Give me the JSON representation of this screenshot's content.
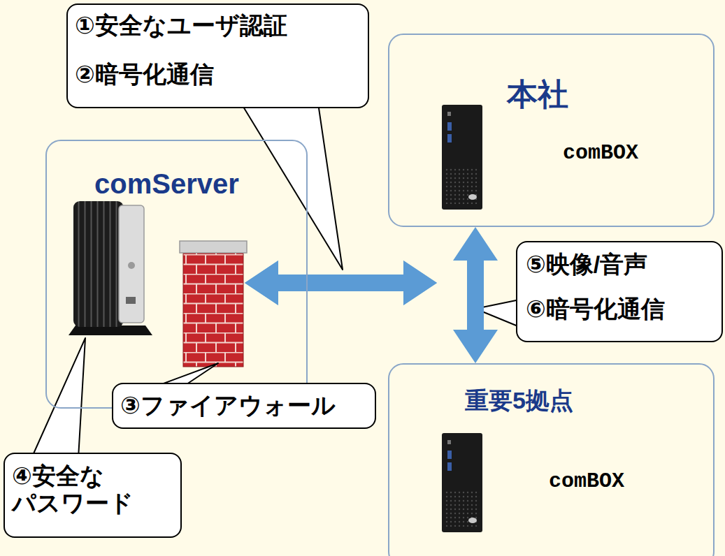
{
  "diagram": {
    "nodes": [
      {
        "text": [
          "①安全なユーザ認証",
          "②暗号化通信"
        ]
      },
      {
        "text": [
          "本社",
          "comBOX"
        ]
      },
      {
        "text": [
          "comServer"
        ]
      },
      {
        "text": [
          "⑤映像/音声",
          "⑥暗号化通信"
        ]
      },
      {
        "text": [
          "③ファイアウォール"
        ]
      },
      {
        "text": [
          "重要5拠点",
          "comBOX"
        ]
      },
      {
        "text": [
          "④安全な パスワード"
        ]
      }
    ],
    "edges": [
      {
        "from": 2,
        "to": 1,
        "arrow": "both"
      },
      {
        "from": 2,
        "to": 5,
        "arrow": "both"
      },
      {
        "from": 1,
        "to": 5,
        "arrow": "both"
      }
    ]
  }
}
